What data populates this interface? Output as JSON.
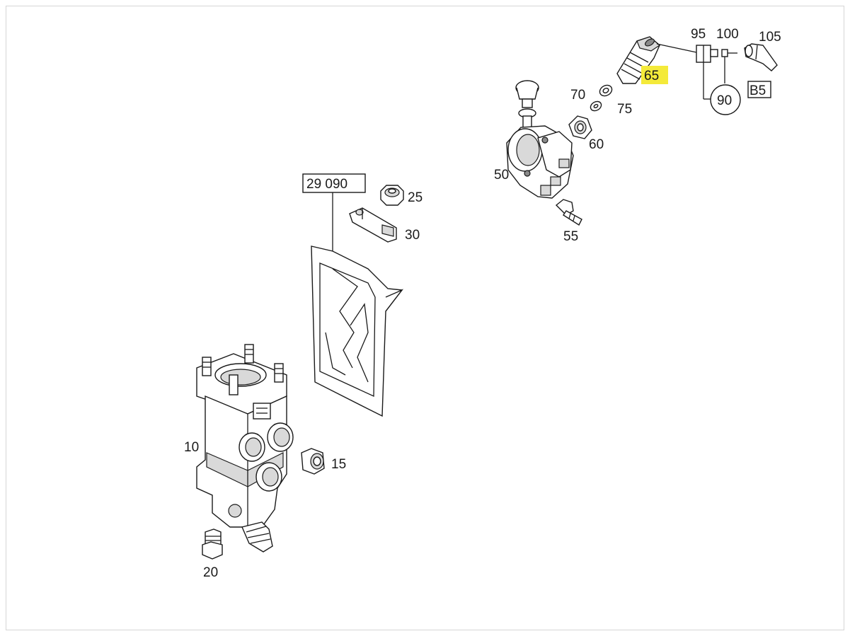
{
  "diagram": {
    "labels": {
      "ref_box": "29 090",
      "p10": "10",
      "p15": "15",
      "p20": "20",
      "p25": "25",
      "p30": "30",
      "p50": "50",
      "p55": "55",
      "p60": "60",
      "p65": "65",
      "p70": "70",
      "p75": "75",
      "p90": "90",
      "p95": "95",
      "p100": "100",
      "p105": "105",
      "b5": "B5"
    },
    "highlight_color": "#f4ea3a",
    "highlighted_part": "65"
  }
}
